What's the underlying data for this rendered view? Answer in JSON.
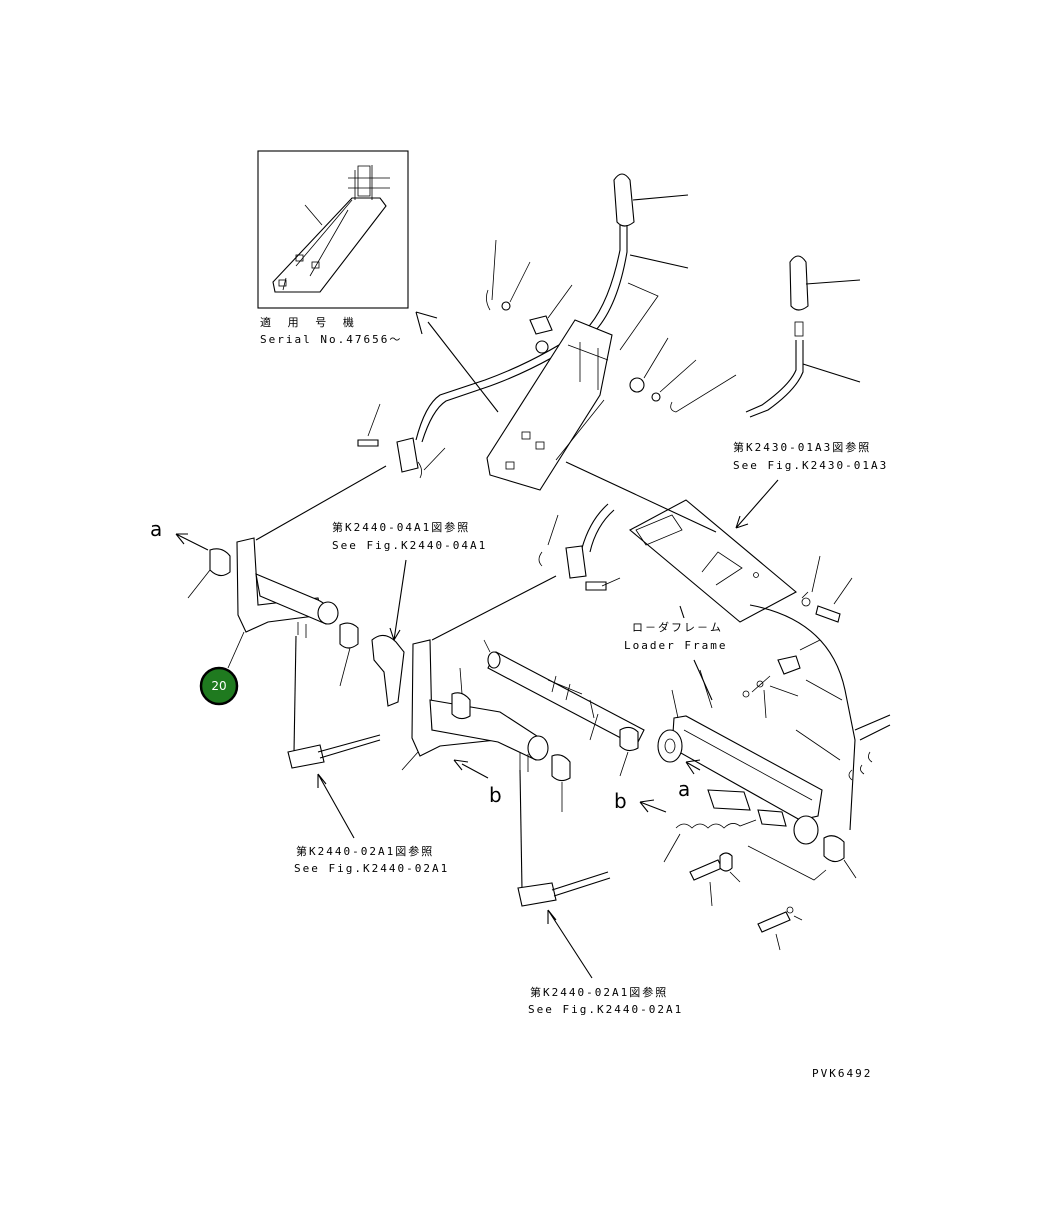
{
  "labels": {
    "serial_jp": "適 用 号 機",
    "serial_en": "Serial No.47656～",
    "ref_2430_jp": "第K2430-01A3図参照",
    "ref_2430_en": "See Fig.K2430-01A3",
    "ref_2440_04_jp": "第K2440-04A1図参照",
    "ref_2440_04_en": "See Fig.K2440-04A1",
    "loader_jp": "ロ－ダフレ－ム",
    "loader_en": "Loader Frame",
    "ref_2440_02_left_jp": "第K2440-02A1図参照",
    "ref_2440_02_left_en": "See Fig.K2440-02A1",
    "ref_2440_02_right_jp": "第K2440-02A1図参照",
    "ref_2440_02_right_en": "See Fig.K2440-02A1",
    "arrow_a_left": "a",
    "arrow_a_right": "a",
    "arrow_b_center": "b",
    "arrow_b_right": "b",
    "drawing_code": "PVK6492"
  },
  "callout": {
    "number": "20",
    "color": "#1f7a1f"
  }
}
